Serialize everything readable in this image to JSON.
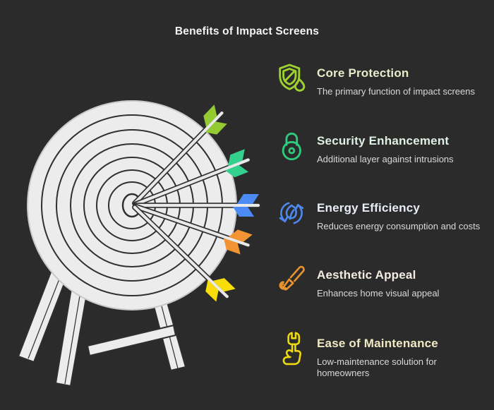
{
  "title": "Benefits of Impact Screens",
  "colors": {
    "background": "#2b2b2b",
    "title_text": "#f4f4f4",
    "subtitle_text": "#d9d9d9"
  },
  "benefits": [
    {
      "title": "Core Protection",
      "subtitle": "The primary function of impact screens",
      "icon": "shield-flame-icon",
      "icon_color": "#9ed32f",
      "title_color": "#e5eecb"
    },
    {
      "title": "Security Enhancement",
      "subtitle": "Additional layer against intrusions",
      "icon": "padlock-icon",
      "icon_color": "#2fcb7d",
      "title_color": "#dff0e4"
    },
    {
      "title": "Energy Efficiency",
      "subtitle": "Reduces energy consumption and costs",
      "icon": "eco-refresh-icon",
      "icon_color": "#4d88ee",
      "title_color": "#e9edf6"
    },
    {
      "title": "Aesthetic Appeal",
      "subtitle": "Enhances home visual appeal",
      "icon": "paintbrush-icon",
      "icon_color": "#e9932f",
      "title_color": "#f3ece2"
    },
    {
      "title": "Ease of Maintenance",
      "subtitle": "Low-maintenance solution for homeowners",
      "icon": "hand-wrench-icon",
      "icon_color": "#ecd90e",
      "title_color": "#efe9c3"
    }
  ],
  "illustration": {
    "name": "dartboard-with-five-arrows",
    "board_fill": "#ececec",
    "ring_stroke": "#303030",
    "arrow_shaft": "#e9e9e9",
    "arrow_colors": [
      "#94ca32",
      "#33d08e",
      "#4c8bf5",
      "#f29433",
      "#f8dd0a"
    ]
  }
}
